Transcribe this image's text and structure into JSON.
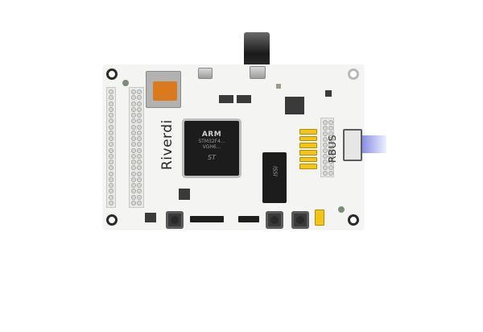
{
  "image": {
    "subject": "Riverdi development board (PCB) product photo",
    "background_color": "#ffffff",
    "board_color": "#f4f4f2"
  },
  "board": {
    "brand_logo_text": "Riverdi",
    "bus_label": "RBUS",
    "main_chip": {
      "brand": "ARM",
      "line1": "STM32F4...",
      "line2": "VGH6...",
      "vendor_logo": "ST"
    },
    "memory_chip_label": "ISSI",
    "colors": {
      "sd_slot_accent": "#d97a1e",
      "jumper_yellow": "#f2c418",
      "ribbon_blue": "#7f88e0",
      "chip_black": "#1c1c1c"
    }
  }
}
